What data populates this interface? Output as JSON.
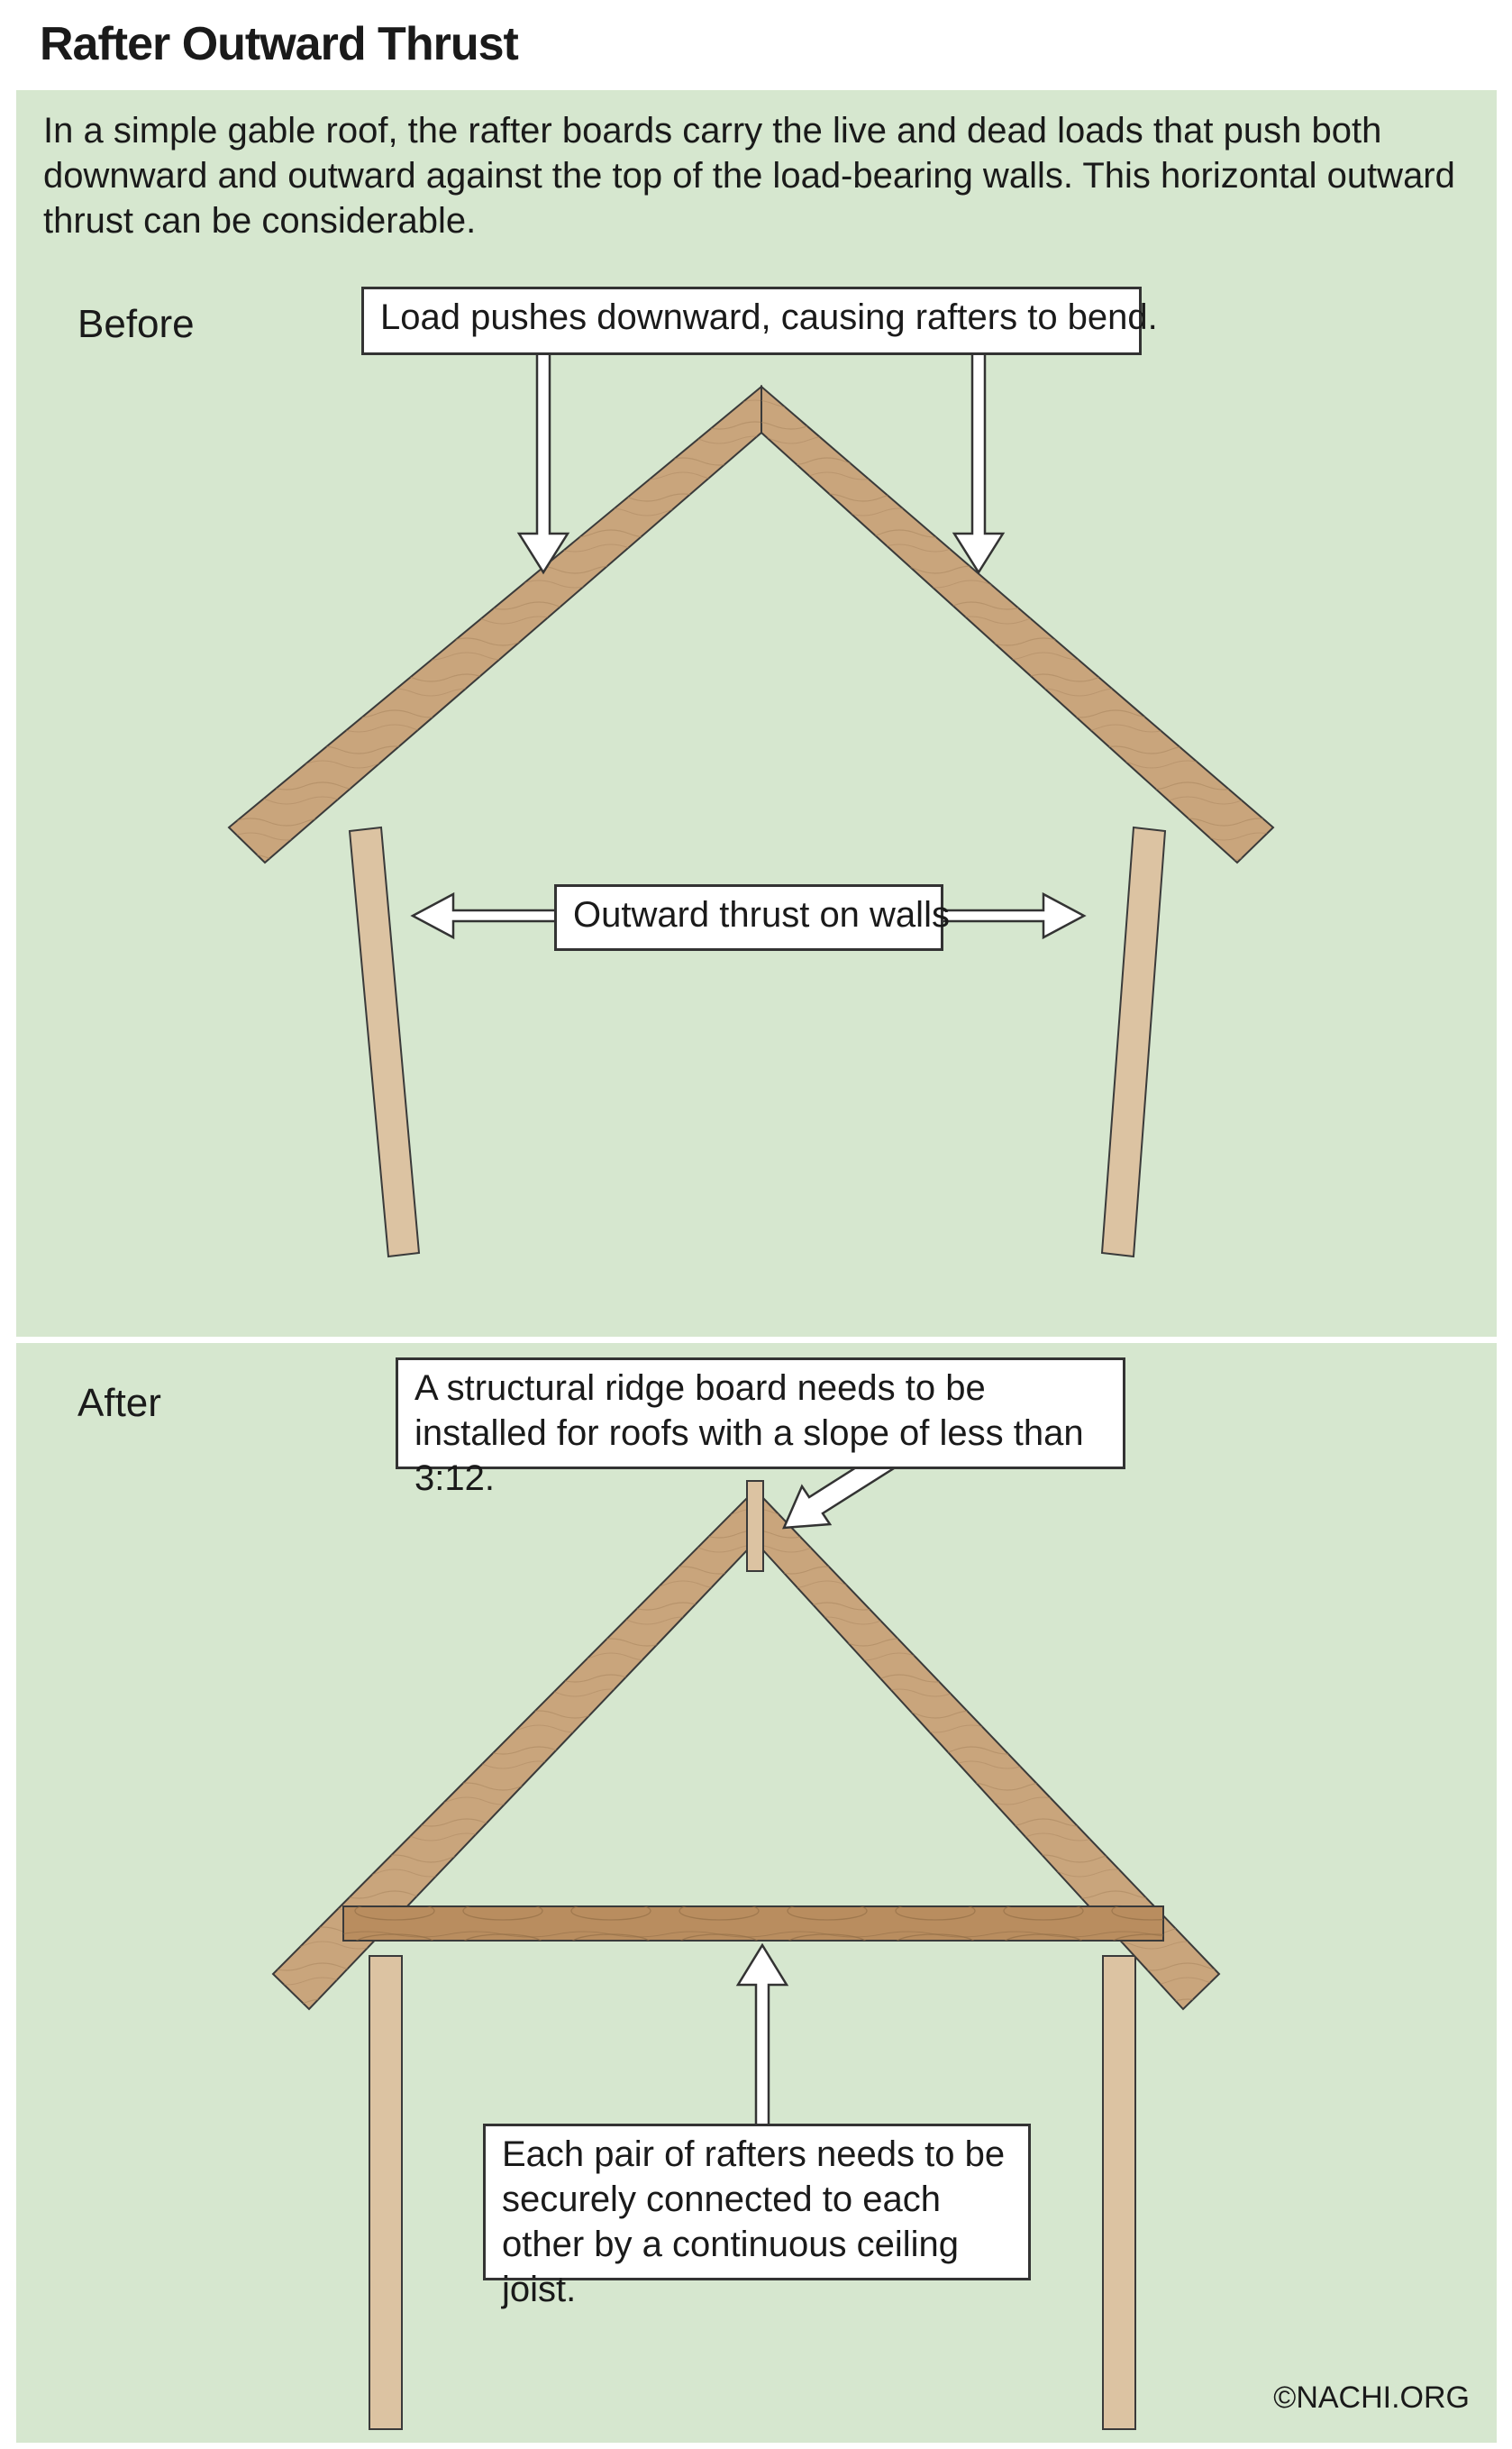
{
  "title": "Rafter Outward Thrust",
  "intro": "In a simple gable roof, the rafter boards carry the live and dead loads that push both downward and outward against the top of the load-bearing walls. This horizontal outward thrust can be considerable.",
  "before": {
    "label": "Before",
    "load_callout": "Load pushes downward, causing rafters to bend.",
    "thrust_callout": "Outward thrust on walls"
  },
  "after": {
    "label": "After",
    "ridge_callout": "A structural ridge board needs to be installed for roofs with a slope of less than 3:12.",
    "joist_callout": "Each pair of rafters needs to be securely connected to each other by a continuous ceiling joist."
  },
  "copyright": "©NACHI.ORG",
  "colors": {
    "background": "#d6e7cf",
    "rafter_wood": "#c9a57c",
    "wall_wood": "#dcc3a2",
    "joist_wood": "#b98d5f",
    "outline": "#3a3a3a"
  }
}
